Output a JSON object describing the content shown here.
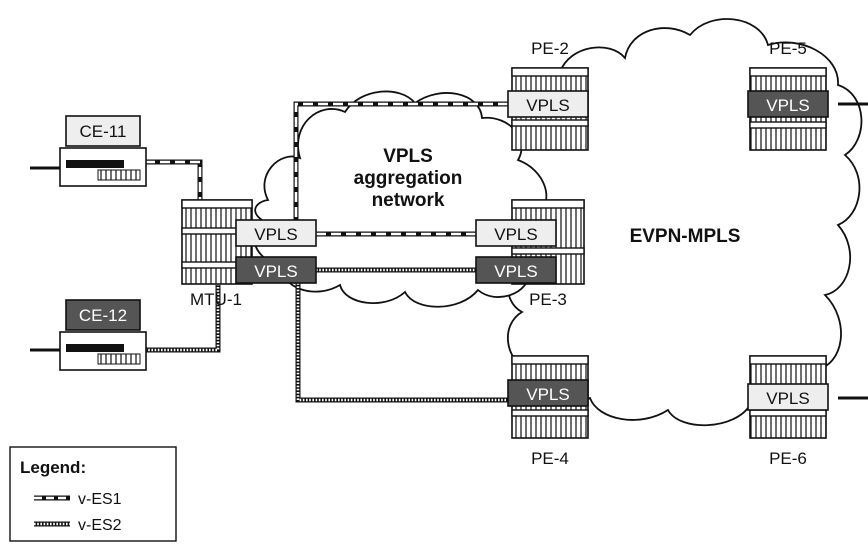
{
  "clouds": {
    "aggregation": {
      "line1": "VPLS",
      "line2": "aggregation",
      "line3": "network"
    },
    "core": {
      "label": "EVPN-MPLS"
    }
  },
  "nodes": {
    "ce11": {
      "label": "CE-11",
      "style": "light"
    },
    "ce12": {
      "label": "CE-12",
      "style": "dark"
    },
    "mtu1": {
      "label": "MTU-1"
    },
    "pe2": {
      "label": "PE-2"
    },
    "pe3": {
      "label": "PE-3"
    },
    "pe4": {
      "label": "PE-4"
    },
    "pe5": {
      "label": "PE-5"
    },
    "pe6": {
      "label": "PE-6"
    }
  },
  "instances": {
    "mtu1_top": "VPLS",
    "mtu1_bottom": "VPLS",
    "pe2": "VPLS",
    "pe3_top": "VPLS",
    "pe3_bottom": "VPLS",
    "pe4": "VPLS",
    "pe5": "VPLS",
    "pe6": "VPLS"
  },
  "legend": {
    "title": "Legend:",
    "items": [
      {
        "label": "v-ES1",
        "style": "dashed"
      },
      {
        "label": "v-ES2",
        "style": "dotted"
      }
    ]
  },
  "colors": {
    "dark": "#555555",
    "light": "#eeeeee",
    "stroke": "#111111"
  }
}
